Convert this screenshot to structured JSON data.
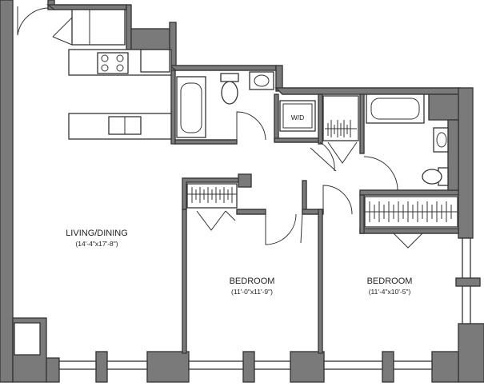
{
  "rooms": {
    "living": {
      "name": "LIVING/DINING",
      "dims": "(14'-4\"x17'-8\")"
    },
    "bedroom1": {
      "name": "BEDROOM",
      "dims": "(11'-0\"x11'-9\")"
    },
    "bedroom2": {
      "name": "BEDROOM",
      "dims": "(11'-4\"x10'-5\")"
    }
  },
  "washer_dryer": {
    "label": "W/D"
  },
  "colors": {
    "wall": "#7a7a7a",
    "line": "#333333"
  }
}
